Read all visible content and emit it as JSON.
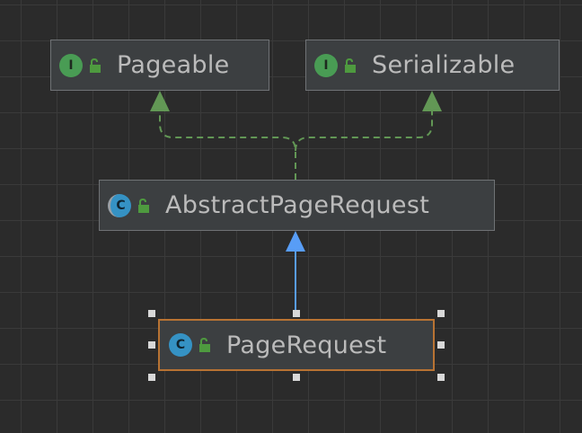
{
  "diagram": {
    "nodes": [
      {
        "id": "pageable",
        "label": "Pageable",
        "kind": "interface",
        "kind_letter": "I",
        "visibility": "public",
        "selected": false
      },
      {
        "id": "serializable",
        "label": "Serializable",
        "kind": "interface",
        "kind_letter": "I",
        "visibility": "public",
        "selected": false
      },
      {
        "id": "abstract_page_request",
        "label": "AbstractPageRequest",
        "kind": "abstract-class",
        "kind_letter": "C",
        "visibility": "public",
        "selected": false
      },
      {
        "id": "page_request",
        "label": "PageRequest",
        "kind": "class",
        "kind_letter": "C",
        "visibility": "public",
        "selected": true
      }
    ],
    "edges": [
      {
        "from": "abstract_page_request",
        "to": "pageable",
        "type": "implements",
        "style": "dashed",
        "color": "#629755"
      },
      {
        "from": "abstract_page_request",
        "to": "serializable",
        "type": "implements",
        "style": "dashed",
        "color": "#629755"
      },
      {
        "from": "page_request",
        "to": "abstract_page_request",
        "type": "extends",
        "style": "solid",
        "color": "#589df6"
      }
    ],
    "colors": {
      "background": "#2b2b2b",
      "grid": "#3a3a3a",
      "node_fill": "#3c3f41",
      "node_border": "#6f7275",
      "selected_border": "#b87333",
      "text": "#bbbbbb",
      "interface_icon": "#499c54",
      "class_icon": "#3592c4",
      "lock_icon": "#4e9a3f"
    }
  }
}
